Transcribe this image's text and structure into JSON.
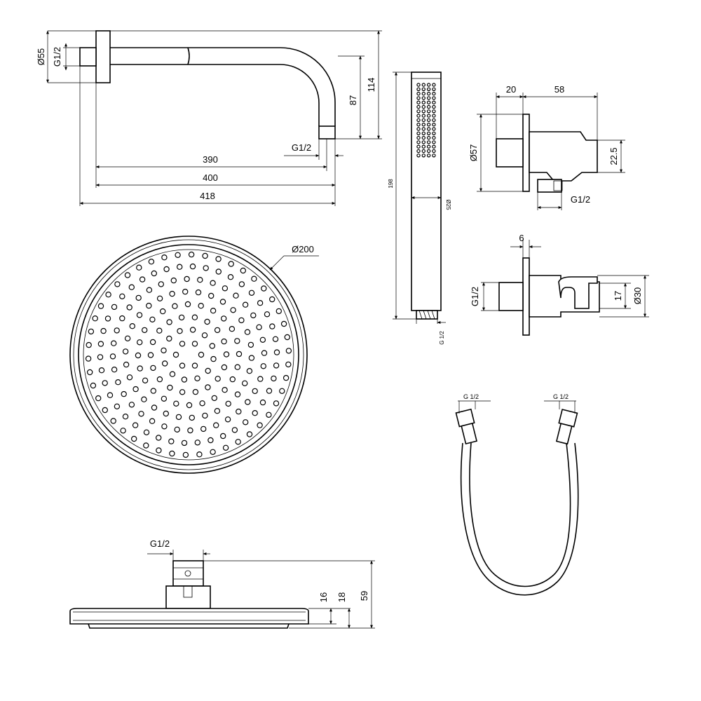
{
  "shower_arm": {
    "dia_outer": "Ø55",
    "thread_wall": "G1/2",
    "thread_out": "G1/2",
    "height_total": "114",
    "height_drop": "87",
    "len_390": "390",
    "len_400": "400",
    "len_418": "418"
  },
  "hand_shower": {
    "length": "198",
    "dia": "Ø25",
    "thread": "G 1/2"
  },
  "wall_outlet_side": {
    "depth_20": "20",
    "depth_58": "58",
    "dia": "Ø57",
    "offset": "22.5",
    "thread": "G1/2"
  },
  "wall_outlet_front": {
    "gap": "6",
    "thread": "G1/2",
    "inner": "17",
    "dia": "Ø30"
  },
  "head_top": {
    "dia": "Ø200"
  },
  "head_side": {
    "thread": "G1/2",
    "h16": "16",
    "h18": "18",
    "h59": "59"
  },
  "hose": {
    "thread_left": "G 1/2",
    "thread_right": "G 1/2"
  }
}
